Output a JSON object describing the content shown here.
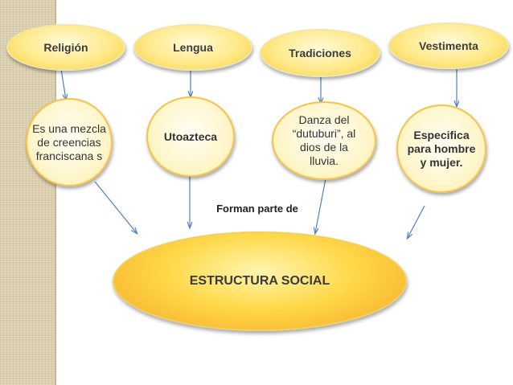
{
  "top_nodes": [
    {
      "label": "Religión"
    },
    {
      "label": "Lengua"
    },
    {
      "label": "Tradiciones"
    },
    {
      "label": "Vestimenta"
    }
  ],
  "detail_nodes": [
    {
      "text": "Es una mezcla de creencias franciscana s"
    },
    {
      "text": "Utoazteca"
    },
    {
      "text": "Danza del “dutuburi”, al dios de la lluvia."
    },
    {
      "text": "Especifica para hombre y mujer."
    }
  ],
  "connector_label": "Forman parte de",
  "center_node": {
    "label": "ESTRUCTURA SOCIAL"
  },
  "colors": {
    "arrow": "#4f81bd",
    "head_fill": "#ffe98a",
    "detail_border": "#f5c24a",
    "center_fill": "#ffd94a"
  }
}
